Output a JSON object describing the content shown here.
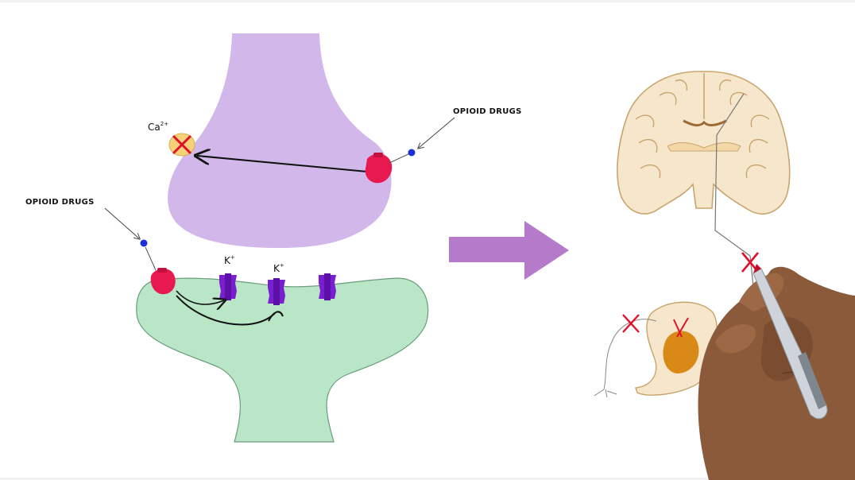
{
  "labels": {
    "opioid_upper": "OPIOID DRUGS",
    "opioid_lower": "OPIOID DRUGS",
    "calcium": "Ca",
    "calcium_charge": "2+",
    "potassium_1": "K",
    "potassium_1_charge": "+",
    "potassium_2": "K",
    "potassium_2_charge": "+"
  },
  "colors": {
    "presynaptic": "#d2b8ea",
    "postsynaptic": "#b8e6c6",
    "opioid_receptor": "#e8194e",
    "potassium_channel": "#7a1fd0",
    "calcium_ion": "#f5d27a",
    "blocked_mark": "#e0102a",
    "drug_dot": "#1b2fd8",
    "arrow": "#b57ac9",
    "brain_tissue": "#f6e6cc",
    "brain_outline": "#c9a56d",
    "dorsal_horn": "#d98a16"
  },
  "icons": {
    "big_arrow": "right-arrow-icon",
    "hand": "hand-with-marker-icon"
  }
}
